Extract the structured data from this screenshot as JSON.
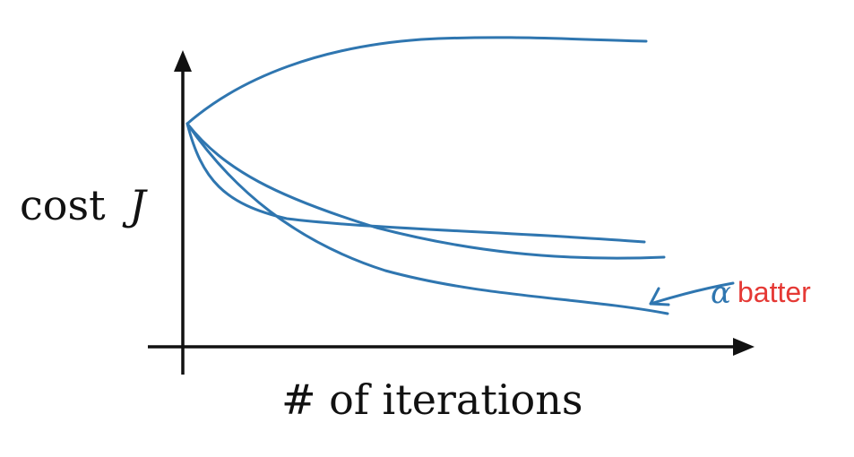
{
  "axes": {
    "y_label": "cost",
    "y_label_symbol": "J",
    "x_label": "# of iterations"
  },
  "annotation": {
    "symbol": "α",
    "text": "batter"
  },
  "colors": {
    "curve": "#2f76b0",
    "axis": "#111111",
    "annotation_text": "#e53935",
    "background": "#ffffff"
  }
}
